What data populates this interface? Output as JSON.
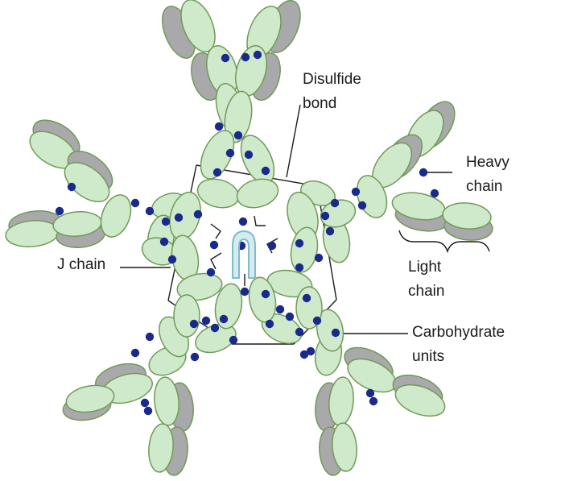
{
  "labels": {
    "disulfide_bond": [
      "Disulfide",
      "bond"
    ],
    "heavy_chain": [
      "Heavy",
      "chain"
    ],
    "light_chain": [
      "Light",
      "chain"
    ],
    "j_chain": [
      "J chain"
    ],
    "carbohydrate_units": [
      "Carbohydrate",
      "units"
    ]
  },
  "colors": {
    "heavy_fill": "#cfeacb",
    "light_fill": "#a9a9ab",
    "outline": "#6f9a56",
    "carbohydrate": "#1a2a8c",
    "j_chain_fill": "#d5ebf0",
    "j_chain_stroke": "#7fbcc8",
    "line": "#1a1a1a"
  },
  "icons": {
    "carbohydrate_unit": "navy-dot",
    "j_chain": "hairpin"
  }
}
